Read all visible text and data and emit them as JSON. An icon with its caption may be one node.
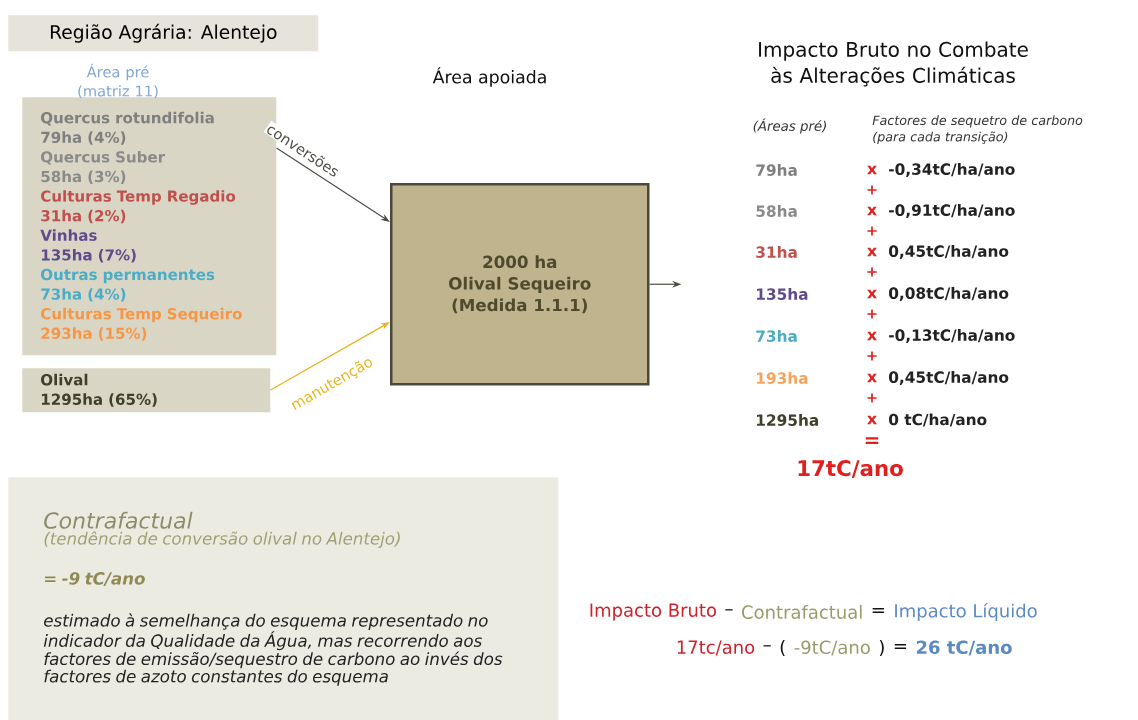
{
  "diagram": {
    "nodes": [
      {
        "text": [
          "Região Agrária: Alentejo"
        ]
      },
      {
        "text": [
          "Quercus rotundifolia",
          "79ha (4%)",
          "Quercus Suber",
          "58ha (3%)",
          "Culturas Temp Regadio",
          "31ha (2%)",
          "Vinhas",
          "135ha (7%)",
          "Outras permanentes",
          "73ha (4%)",
          "Culturas Temp Sequeiro",
          "293ha (15%)"
        ]
      },
      {
        "text": [
          "Olival",
          "1295ha (65%)"
        ]
      },
      {
        "text": [
          "2000 ha",
          "Olival Sequeiro",
          "(Medida 1.1.1)"
        ]
      },
      {
        "text": [
          "Contrafactual",
          "(tendência de conversão olival no Alentejo)",
          "= -9 tC/ano",
          "estimado à semelhança do esquema representado no indicador da Qualidade da Água, mas recorrendo aos factores de emissão/sequestro de carbono ao invés dos factores de azoto constantes do esquema"
        ]
      }
    ],
    "edges": [
      {
        "from": 1,
        "to": 3,
        "arrow": "to",
        "label": "conversões"
      },
      {
        "from": 2,
        "to": 3,
        "arrow": "to",
        "label": "manutenção",
        "color": "#e8b31c"
      },
      {
        "from": 3,
        "to": null,
        "arrow": "to"
      }
    ],
    "labels": [
      "Área pré (matriz 11)",
      "Impacto Bruto no Combate às Alterações Climáticas",
      "(Áreas pré)",
      "Factores de sequetro de carbono (para cada transição)",
      "79ha",
      "x",
      "-0,34tC/ha/ano",
      "+",
      "58ha",
      "x",
      "-0,91tC/ha/ano",
      "+",
      "31ha",
      "x",
      "0,45tC/ha/ano",
      "+",
      "135ha",
      "x",
      "0,08tC/ha/ano",
      "+",
      "73ha",
      "x",
      "-0,13tC/ha/ano",
      "+",
      "193ha",
      "x",
      "0,45tC/ha/ano",
      "+",
      "1295ha",
      "x",
      "0 tC/ha/ano",
      "=",
      "17tC/ano",
      "Impacto Bruto",
      "–",
      "Contrafactual",
      "=",
      "Impacto Líquido",
      "17tc/ano",
      "–",
      "(",
      "-9tC/ano",
      ")",
      "=",
      "26 tC/ano",
      "Área apoiada"
    ]
  }
}
